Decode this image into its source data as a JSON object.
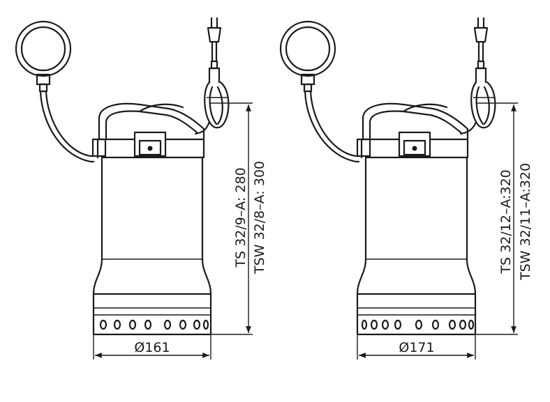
{
  "pumps": [
    {
      "name": "pump-left",
      "diameter_label": "Ø161",
      "height_labels": [
        "TS 32/9–A: 280",
        "TSW 32/8–A: 300"
      ]
    },
    {
      "name": "pump-right",
      "diameter_label": "Ø171",
      "height_labels": [
        "TS 32/12–A:320",
        "TSW 32/11–A:320"
      ]
    }
  ]
}
